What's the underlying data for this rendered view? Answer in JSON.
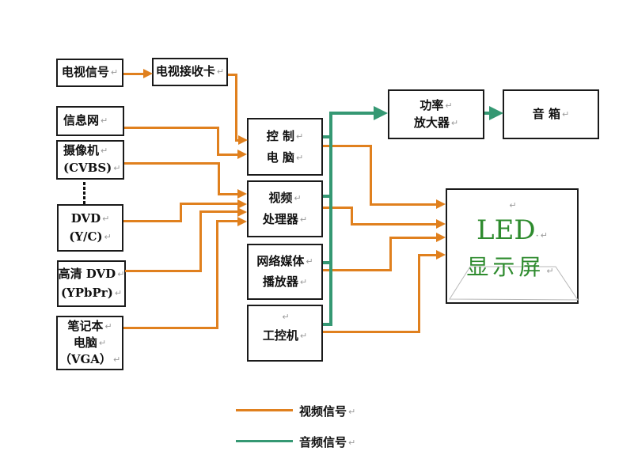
{
  "pilcrow": "↵",
  "space_dot": "·",
  "colors": {
    "video_signal": "#E0801E",
    "audio_signal": "#359873",
    "led_text": "#2E8B2E",
    "box_border": "#1A1A1A"
  },
  "boxes": {
    "tv_signal": {
      "label": "电视信号"
    },
    "tv_card": {
      "label": "电视接收卡"
    },
    "info_net": {
      "label": "信息网"
    },
    "camera": {
      "line1": "摄像机",
      "line2": "(CVBS)"
    },
    "dvd": {
      "line1": "DVD",
      "line2": "(Y/C)"
    },
    "hd_dvd": {
      "line1": "高清 DVD",
      "line2": "(YPbPr)"
    },
    "laptop": {
      "line1": "笔记本",
      "line2": "电脑",
      "line3": "（VGA）"
    },
    "control_pc": {
      "line1": "控 制",
      "line2": "电 脑"
    },
    "video_processor": {
      "line1": "视频",
      "line2": "处理器"
    },
    "media_player": {
      "line1": "网络媒体",
      "line2": "播放器"
    },
    "ipc": {
      "blank": "",
      "label": "工控机"
    },
    "amplifier": {
      "line1": "功率",
      "line2": "放大器"
    },
    "speaker": {
      "label": "音 箱"
    },
    "led_display": {
      "line1": "LED",
      "line2": "显示屏"
    }
  },
  "legend": {
    "video_label": "视频信号",
    "audio_label": "音频信号"
  }
}
